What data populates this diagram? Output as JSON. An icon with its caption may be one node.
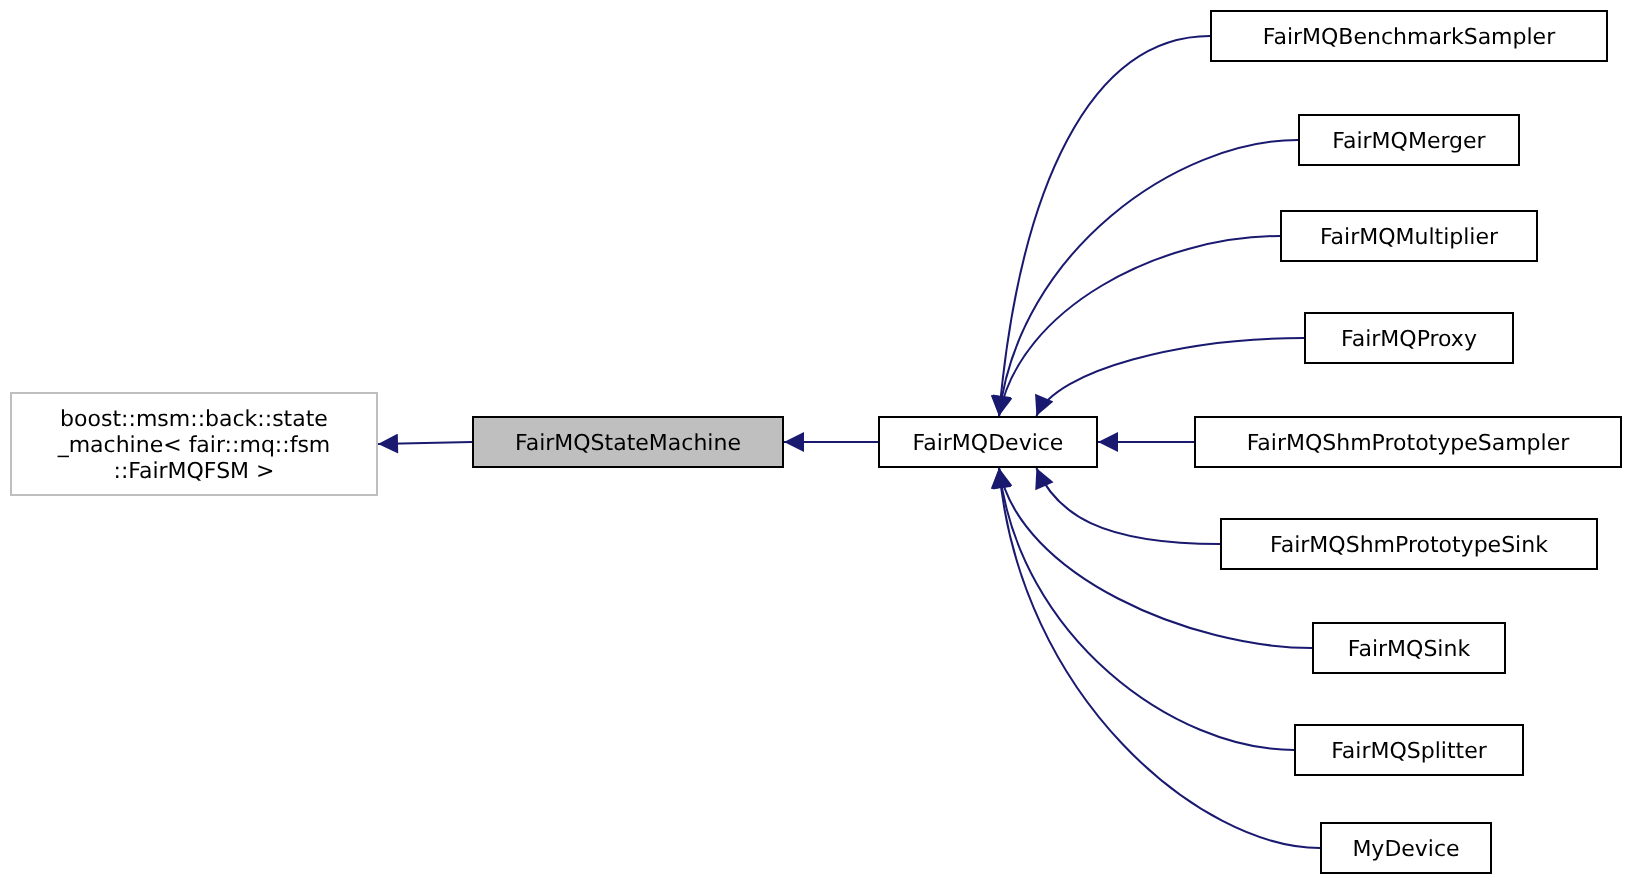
{
  "diagram": {
    "nodes": [
      {
        "text": [
          "boost::msm::back::state _machine< fair::mq::fsm ::FairMQFSM >"
        ]
      },
      {
        "text": [
          "FairMQStateMachine"
        ]
      },
      {
        "text": [
          "FairMQDevice"
        ]
      },
      {
        "text": [
          "FairMQBenchmarkSampler"
        ]
      },
      {
        "text": [
          "FairMQMerger"
        ]
      },
      {
        "text": [
          "FairMQMultiplier"
        ]
      },
      {
        "text": [
          "FairMQProxy"
        ]
      },
      {
        "text": [
          "FairMQShmPrototypeSampler"
        ]
      },
      {
        "text": [
          "FairMQShmPrototypeSink"
        ]
      },
      {
        "text": [
          "FairMQSink"
        ]
      },
      {
        "text": [
          "FairMQSplitter"
        ]
      },
      {
        "text": [
          "MyDevice"
        ]
      }
    ],
    "edges": [
      {
        "from": 1,
        "to": 0,
        "arrow": "to"
      },
      {
        "from": 2,
        "to": 1,
        "arrow": "to"
      },
      {
        "from": 3,
        "to": 2,
        "arrow": "to"
      },
      {
        "from": 4,
        "to": 2,
        "arrow": "to"
      },
      {
        "from": 5,
        "to": 2,
        "arrow": "to"
      },
      {
        "from": 6,
        "to": 2,
        "arrow": "to"
      },
      {
        "from": 7,
        "to": 2,
        "arrow": "to"
      },
      {
        "from": 8,
        "to": 2,
        "arrow": "to"
      },
      {
        "from": 9,
        "to": 2,
        "arrow": "to"
      },
      {
        "from": 10,
        "to": 2,
        "arrow": "to"
      },
      {
        "from": 11,
        "to": 2,
        "arrow": "to"
      }
    ]
  }
}
